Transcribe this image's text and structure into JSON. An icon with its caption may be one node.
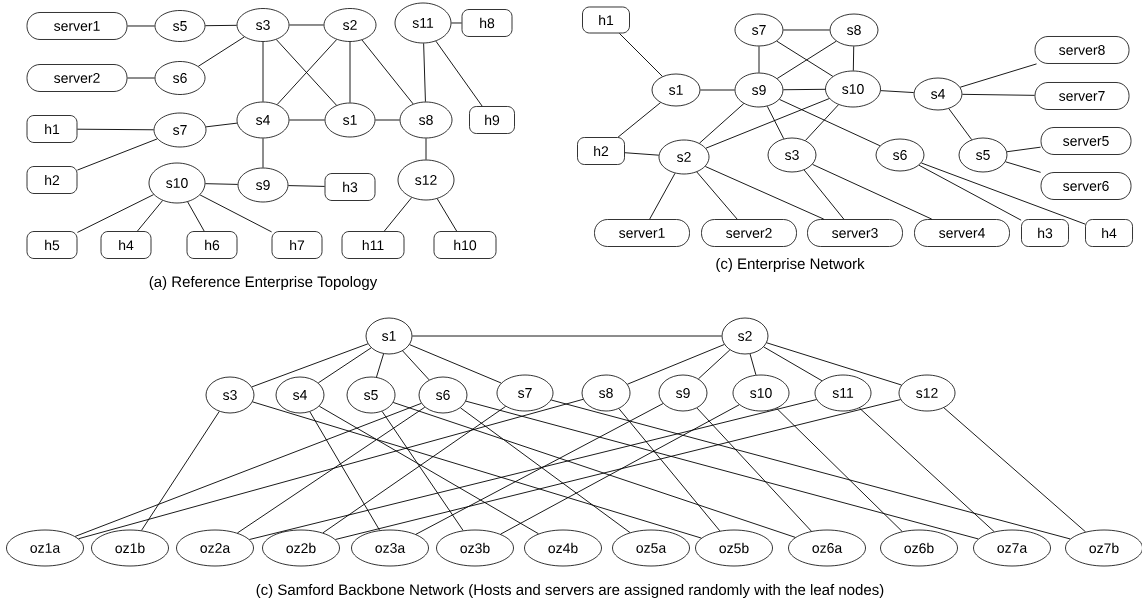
{
  "diagram": {
    "nodes": [
      {
        "text": [
          "server1"
        ]
      },
      {
        "text": [
          "s5"
        ]
      },
      {
        "text": [
          "s3"
        ]
      },
      {
        "text": [
          "s2"
        ]
      },
      {
        "text": [
          "s11"
        ]
      },
      {
        "text": [
          "h8"
        ]
      },
      {
        "text": [
          "server2"
        ]
      },
      {
        "text": [
          "s6"
        ]
      },
      {
        "text": [
          "h1"
        ]
      },
      {
        "text": [
          "s7"
        ]
      },
      {
        "text": [
          "s4"
        ]
      },
      {
        "text": [
          "s1"
        ]
      },
      {
        "text": [
          "s8"
        ]
      },
      {
        "text": [
          "h9"
        ]
      },
      {
        "text": [
          "h2"
        ]
      },
      {
        "text": [
          "s10"
        ]
      },
      {
        "text": [
          "s9"
        ]
      },
      {
        "text": [
          "h3"
        ]
      },
      {
        "text": [
          "s12"
        ]
      },
      {
        "text": [
          "h5"
        ]
      },
      {
        "text": [
          "h4"
        ]
      },
      {
        "text": [
          "h6"
        ]
      },
      {
        "text": [
          "h7"
        ]
      },
      {
        "text": [
          "h11"
        ]
      },
      {
        "text": [
          "h10"
        ]
      },
      {
        "text": [
          "h1"
        ]
      },
      {
        "text": [
          "s7"
        ]
      },
      {
        "text": [
          "s8"
        ]
      },
      {
        "text": [
          "server8"
        ]
      },
      {
        "text": [
          "s1"
        ]
      },
      {
        "text": [
          "s9"
        ]
      },
      {
        "text": [
          "s10"
        ]
      },
      {
        "text": [
          "s4"
        ]
      },
      {
        "text": [
          "server7"
        ]
      },
      {
        "text": [
          "server5"
        ]
      },
      {
        "text": [
          "h2"
        ]
      },
      {
        "text": [
          "s2"
        ]
      },
      {
        "text": [
          "s3"
        ]
      },
      {
        "text": [
          "s6"
        ]
      },
      {
        "text": [
          "s5"
        ]
      },
      {
        "text": [
          "server6"
        ]
      },
      {
        "text": [
          "server1"
        ]
      },
      {
        "text": [
          "server2"
        ]
      },
      {
        "text": [
          "server3"
        ]
      },
      {
        "text": [
          "server4"
        ]
      },
      {
        "text": [
          "h3"
        ]
      },
      {
        "text": [
          "h4"
        ]
      },
      {
        "text": [
          "s1"
        ]
      },
      {
        "text": [
          "s2"
        ]
      },
      {
        "text": [
          "s3"
        ]
      },
      {
        "text": [
          "s4"
        ]
      },
      {
        "text": [
          "s5"
        ]
      },
      {
        "text": [
          "s6"
        ]
      },
      {
        "text": [
          "s7"
        ]
      },
      {
        "text": [
          "s8"
        ]
      },
      {
        "text": [
          "s9"
        ]
      },
      {
        "text": [
          "s10"
        ]
      },
      {
        "text": [
          "s11"
        ]
      },
      {
        "text": [
          "s12"
        ]
      },
      {
        "text": [
          "oz1a"
        ]
      },
      {
        "text": [
          "oz1b"
        ]
      },
      {
        "text": [
          "oz2a"
        ]
      },
      {
        "text": [
          "oz2b"
        ]
      },
      {
        "text": [
          "oz3a"
        ]
      },
      {
        "text": [
          "oz3b"
        ]
      },
      {
        "text": [
          "oz4b"
        ]
      },
      {
        "text": [
          "oz5a"
        ]
      },
      {
        "text": [
          "oz5b"
        ]
      },
      {
        "text": [
          "oz6a"
        ]
      },
      {
        "text": [
          "oz6b"
        ]
      },
      {
        "text": [
          "oz7a"
        ]
      },
      {
        "text": [
          "oz7b"
        ]
      }
    ],
    "edges": [
      {
        "from": 0,
        "to": 1,
        "arrow": "none"
      },
      {
        "from": 1,
        "to": 2,
        "arrow": "none"
      },
      {
        "from": 2,
        "to": 3,
        "arrow": "none"
      },
      {
        "from": 2,
        "to": 7,
        "arrow": "none"
      },
      {
        "from": 6,
        "to": 7,
        "arrow": "none"
      },
      {
        "from": 2,
        "to": 10,
        "arrow": "none"
      },
      {
        "from": 2,
        "to": 11,
        "arrow": "none"
      },
      {
        "from": 3,
        "to": 10,
        "arrow": "none"
      },
      {
        "from": 3,
        "to": 11,
        "arrow": "none"
      },
      {
        "from": 3,
        "to": 12,
        "arrow": "none"
      },
      {
        "from": 4,
        "to": 5,
        "arrow": "none"
      },
      {
        "from": 4,
        "to": 12,
        "arrow": "none"
      },
      {
        "from": 4,
        "to": 13,
        "arrow": "none"
      },
      {
        "from": 8,
        "to": 9,
        "arrow": "none"
      },
      {
        "from": 9,
        "to": 10,
        "arrow": "none"
      },
      {
        "from": 14,
        "to": 9,
        "arrow": "none"
      },
      {
        "from": 10,
        "to": 11,
        "arrow": "none"
      },
      {
        "from": 11,
        "to": 12,
        "arrow": "none"
      },
      {
        "from": 10,
        "to": 16,
        "arrow": "none"
      },
      {
        "from": 12,
        "to": 18,
        "arrow": "none"
      },
      {
        "from": 15,
        "to": 16,
        "arrow": "none"
      },
      {
        "from": 16,
        "to": 17,
        "arrow": "none"
      },
      {
        "from": 15,
        "to": 19,
        "arrow": "none"
      },
      {
        "from": 15,
        "to": 20,
        "arrow": "none"
      },
      {
        "from": 15,
        "to": 21,
        "arrow": "none"
      },
      {
        "from": 15,
        "to": 22,
        "arrow": "none"
      },
      {
        "from": 18,
        "to": 23,
        "arrow": "none"
      },
      {
        "from": 18,
        "to": 24,
        "arrow": "none"
      },
      {
        "from": 25,
        "to": 29,
        "arrow": "none"
      },
      {
        "from": 29,
        "to": 30,
        "arrow": "none"
      },
      {
        "from": 35,
        "to": 29,
        "arrow": "none"
      },
      {
        "from": 35,
        "to": 36,
        "arrow": "none"
      },
      {
        "from": 26,
        "to": 27,
        "arrow": "none"
      },
      {
        "from": 26,
        "to": 30,
        "arrow": "none"
      },
      {
        "from": 26,
        "to": 31,
        "arrow": "none"
      },
      {
        "from": 27,
        "to": 30,
        "arrow": "none"
      },
      {
        "from": 27,
        "to": 31,
        "arrow": "none"
      },
      {
        "from": 30,
        "to": 31,
        "arrow": "none"
      },
      {
        "from": 31,
        "to": 32,
        "arrow": "none"
      },
      {
        "from": 30,
        "to": 36,
        "arrow": "none"
      },
      {
        "from": 31,
        "to": 36,
        "arrow": "none"
      },
      {
        "from": 30,
        "to": 37,
        "arrow": "none"
      },
      {
        "from": 31,
        "to": 37,
        "arrow": "none"
      },
      {
        "from": 30,
        "to": 38,
        "arrow": "none"
      },
      {
        "from": 32,
        "to": 28,
        "arrow": "none"
      },
      {
        "from": 32,
        "to": 33,
        "arrow": "none"
      },
      {
        "from": 32,
        "to": 39,
        "arrow": "none"
      },
      {
        "from": 39,
        "to": 34,
        "arrow": "none"
      },
      {
        "from": 39,
        "to": 40,
        "arrow": "none"
      },
      {
        "from": 36,
        "to": 41,
        "arrow": "none"
      },
      {
        "from": 36,
        "to": 42,
        "arrow": "none"
      },
      {
        "from": 36,
        "to": 43,
        "arrow": "none"
      },
      {
        "from": 37,
        "to": 43,
        "arrow": "none"
      },
      {
        "from": 37,
        "to": 44,
        "arrow": "none"
      },
      {
        "from": 38,
        "to": 45,
        "arrow": "none"
      },
      {
        "from": 38,
        "to": 46,
        "arrow": "none"
      },
      {
        "from": 47,
        "to": 48,
        "arrow": "none"
      },
      {
        "from": 47,
        "to": 49,
        "arrow": "none"
      },
      {
        "from": 47,
        "to": 50,
        "arrow": "none"
      },
      {
        "from": 47,
        "to": 51,
        "arrow": "none"
      },
      {
        "from": 47,
        "to": 52,
        "arrow": "none"
      },
      {
        "from": 47,
        "to": 53,
        "arrow": "none"
      },
      {
        "from": 48,
        "to": 54,
        "arrow": "none"
      },
      {
        "from": 48,
        "to": 55,
        "arrow": "none"
      },
      {
        "from": 48,
        "to": 56,
        "arrow": "none"
      },
      {
        "from": 48,
        "to": 57,
        "arrow": "none"
      },
      {
        "from": 48,
        "to": 58,
        "arrow": "none"
      },
      {
        "from": 49,
        "to": 60,
        "arrow": "none"
      },
      {
        "from": 49,
        "to": 67,
        "arrow": "none"
      },
      {
        "from": 50,
        "to": 63,
        "arrow": "none"
      },
      {
        "from": 50,
        "to": 65,
        "arrow": "none"
      },
      {
        "from": 51,
        "to": 64,
        "arrow": "none"
      },
      {
        "from": 51,
        "to": 68,
        "arrow": "none"
      },
      {
        "from": 52,
        "to": 59,
        "arrow": "none"
      },
      {
        "from": 52,
        "to": 61,
        "arrow": "none"
      },
      {
        "from": 52,
        "to": 66,
        "arrow": "none"
      },
      {
        "from": 52,
        "to": 70,
        "arrow": "none"
      },
      {
        "from": 53,
        "to": 62,
        "arrow": "none"
      },
      {
        "from": 53,
        "to": 71,
        "arrow": "none"
      },
      {
        "from": 54,
        "to": 59,
        "arrow": "none"
      },
      {
        "from": 54,
        "to": 67,
        "arrow": "none"
      },
      {
        "from": 55,
        "to": 63,
        "arrow": "none"
      },
      {
        "from": 55,
        "to": 68,
        "arrow": "none"
      },
      {
        "from": 56,
        "to": 64,
        "arrow": "none"
      },
      {
        "from": 56,
        "to": 69,
        "arrow": "none"
      },
      {
        "from": 57,
        "to": 61,
        "arrow": "none"
      },
      {
        "from": 57,
        "to": 70,
        "arrow": "none"
      },
      {
        "from": 58,
        "to": 62,
        "arrow": "none"
      },
      {
        "from": 58,
        "to": 71,
        "arrow": "none"
      }
    ],
    "labels": [
      "(a) Reference Enterprise Topology",
      "(c) Enterprise Network",
      "(c) Samford Backbone Network (Hosts and servers are assigned randomly with the leaf nodes)"
    ]
  }
}
